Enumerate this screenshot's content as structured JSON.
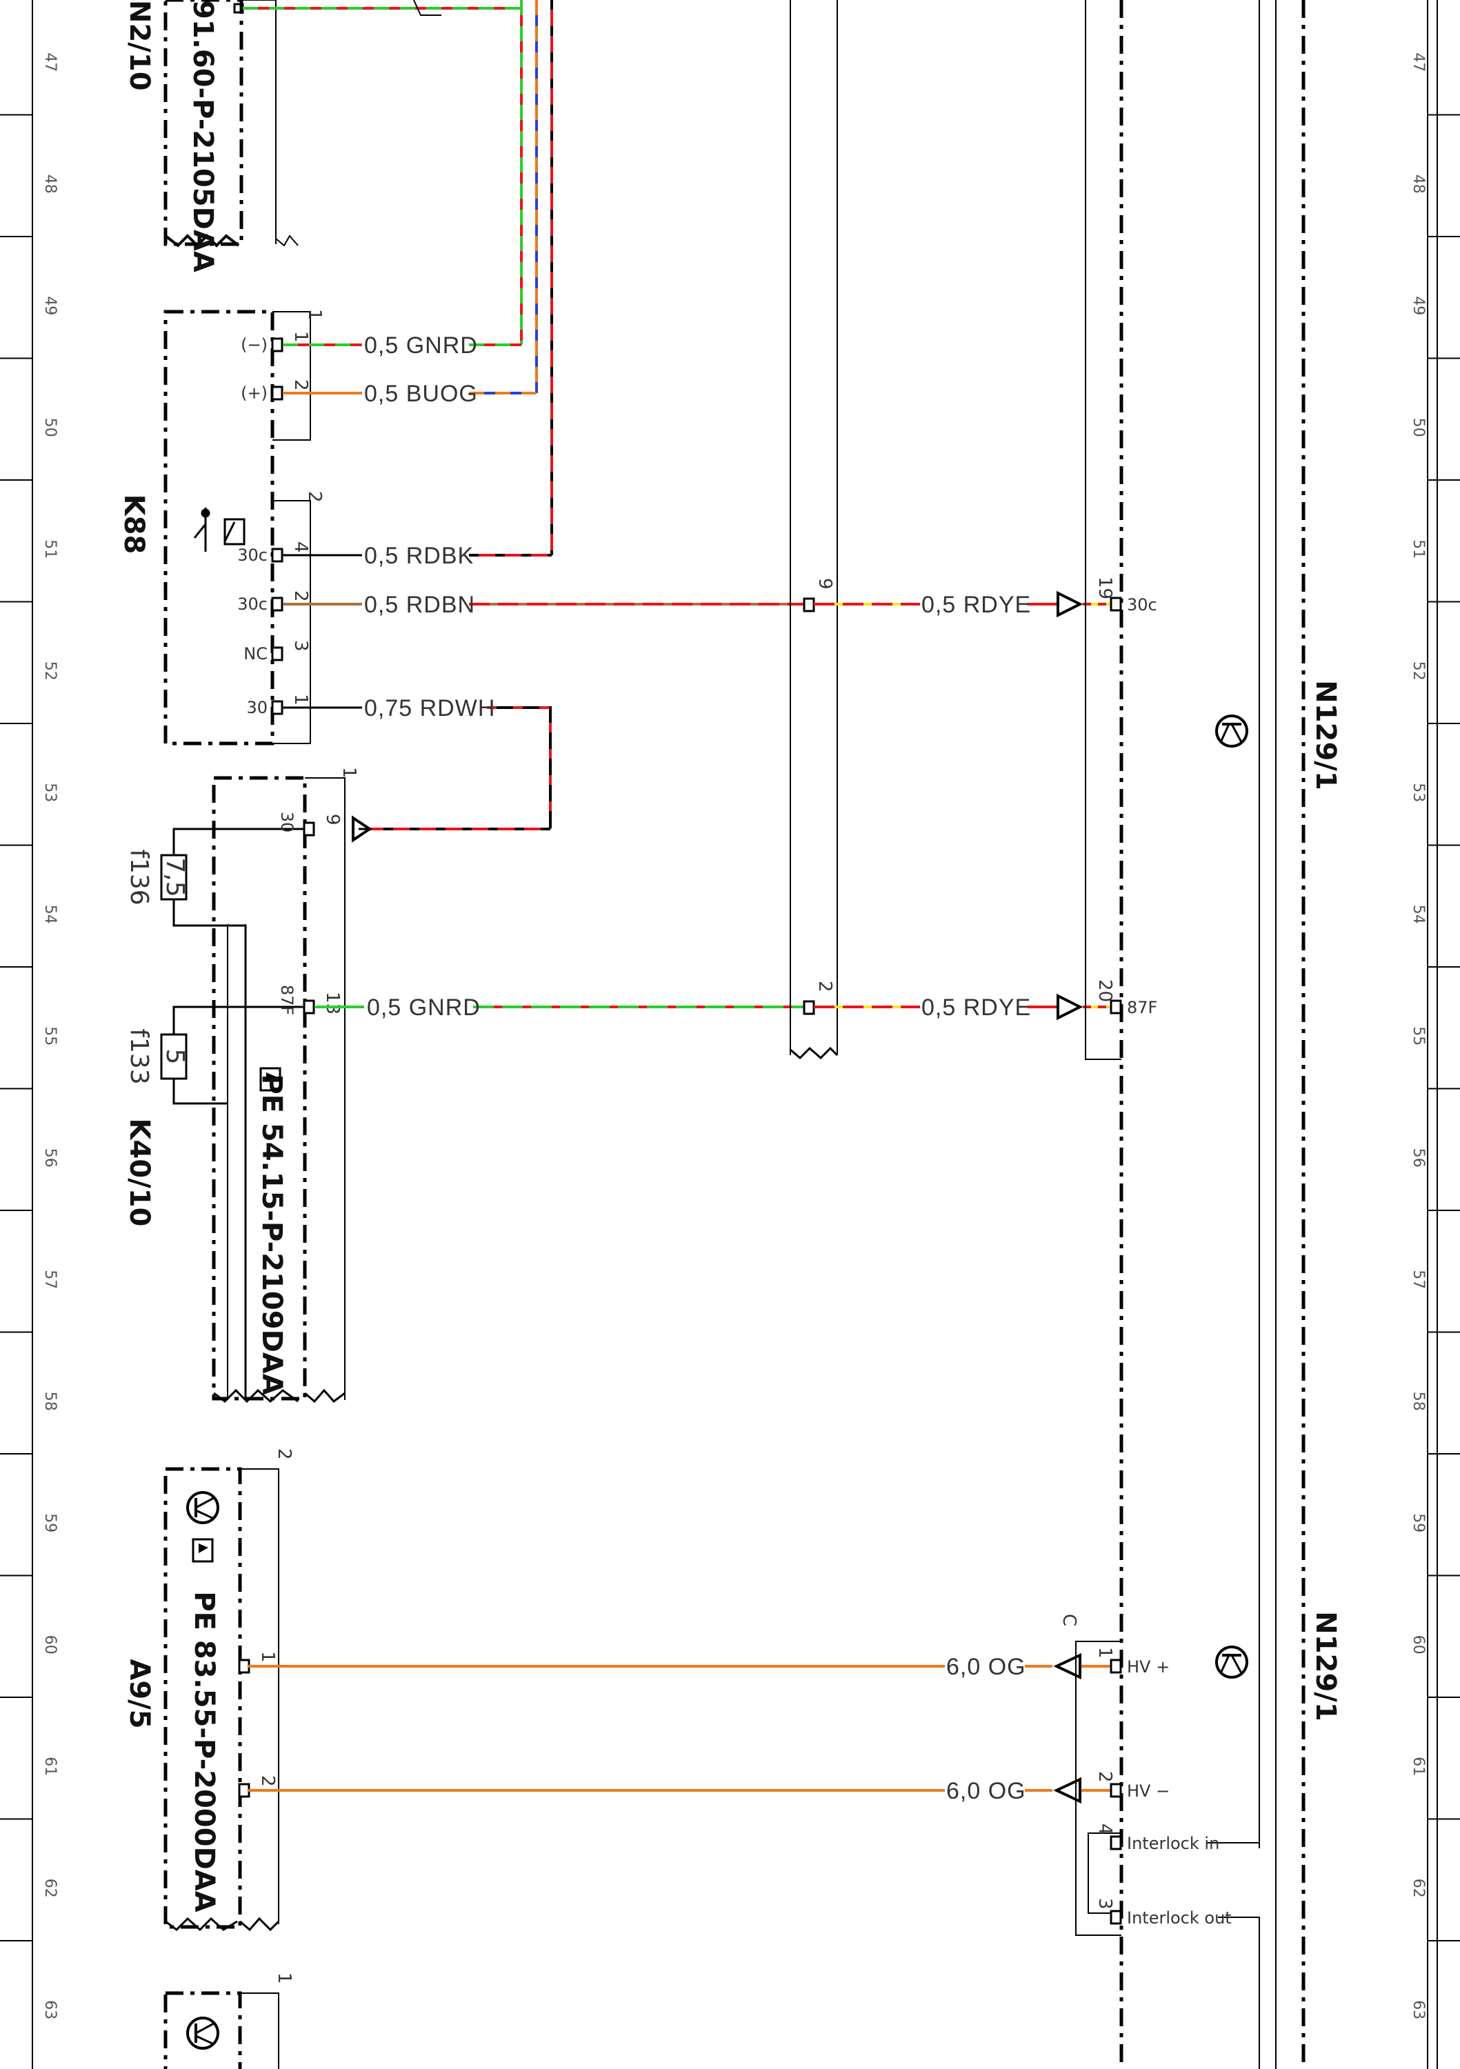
{
  "grid": {
    "row_numbers": [
      "47",
      "48",
      "49",
      "50",
      "51",
      "52",
      "53",
      "54",
      "55",
      "56",
      "57",
      "58",
      "59",
      "60",
      "61",
      "62",
      "63"
    ]
  },
  "components": {
    "top_ref": "91.60-P-2105DAA",
    "top_ref_partial": "N2/10",
    "k88": {
      "name": "K88",
      "connector1": "1",
      "connector2": "2",
      "pins": [
        {
          "num": "1",
          "label": "(−)",
          "wire": "0,5 GNRD"
        },
        {
          "num": "2",
          "label": "(+)",
          "wire": "0,5 BUOG"
        },
        {
          "num": "4",
          "label": "30c",
          "wire": "0,5 RDBK"
        },
        {
          "num": "2",
          "label": "30c",
          "wire": "0,5 RDBN"
        },
        {
          "num": "3",
          "label": "NC",
          "wire": ""
        },
        {
          "num": "1",
          "label": "30",
          "wire": "0,75 RDWH"
        }
      ]
    },
    "k40_10": {
      "name": "K40/10",
      "connector": "1",
      "ref": "PE 54.15-P-2109DAA",
      "fuses": [
        {
          "name": "f136",
          "value": "7,5"
        },
        {
          "name": "f133",
          "value": "5"
        }
      ],
      "pins": [
        {
          "num": "9",
          "label": "30"
        },
        {
          "num": "13",
          "label": "87F",
          "wire": "0,5 GNRD"
        }
      ]
    },
    "a9_5": {
      "name": "A9/5",
      "connector": "2",
      "ref": "PE 83.55-P-2000DAA",
      "pins": [
        {
          "num": "1",
          "wire": "6,0 OG"
        },
        {
          "num": "2",
          "wire": "6,0 OG"
        }
      ],
      "next_connector": "1"
    },
    "splice": {
      "pins": [
        "9",
        "2"
      ],
      "wires": [
        "0,5 RDYE",
        "0,5 RDYE"
      ]
    },
    "n129_1": {
      "name": "N129/1",
      "pins_top": [
        {
          "num": "19",
          "label": "30c"
        },
        {
          "num": "20",
          "label": "87F"
        }
      ],
      "connector_c": "C",
      "pins_c": [
        {
          "num": "1",
          "label": "HV +"
        },
        {
          "num": "2",
          "label": "HV −"
        },
        {
          "num": "4",
          "label": "Interlock in"
        },
        {
          "num": "3",
          "label": "Interlock out"
        }
      ]
    }
  },
  "colors": {
    "red": "#e8161c",
    "green": "#2fcc2f",
    "blue": "#2b3fd6",
    "orange": "#ec7a1e",
    "yellow": "#ecec1a",
    "brown": "#b0703a",
    "black": "#000000"
  }
}
